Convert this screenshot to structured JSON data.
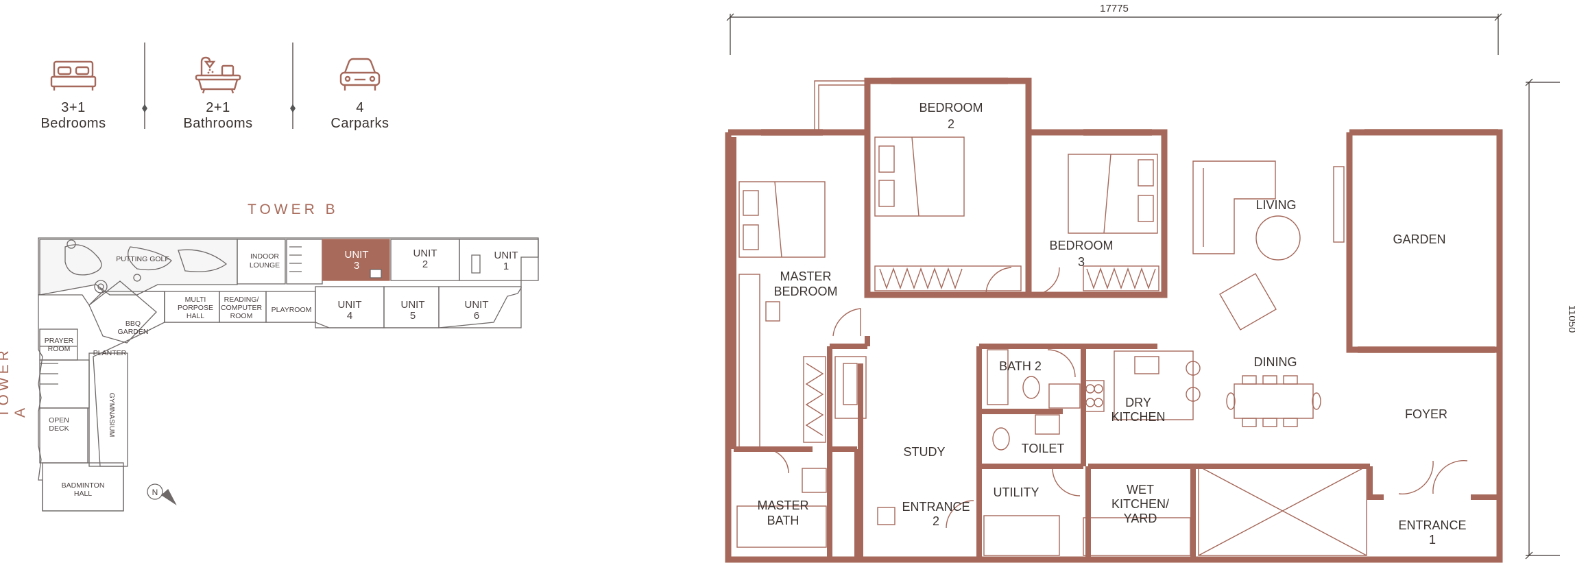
{
  "stats": [
    {
      "icon": "bed-icon",
      "value": "3+1",
      "label": "Bedrooms"
    },
    {
      "icon": "bathtub-icon",
      "value": "2+1",
      "label": "Bathrooms"
    },
    {
      "icon": "car-icon",
      "value": "4",
      "label": "Carparks"
    }
  ],
  "key_plan": {
    "tower_b": "TOWER B",
    "tower_a": "TOWER A",
    "north": "N",
    "areas": {
      "putting_golf": "PUTTING GOLF",
      "indoor_lounge_1": "INDOOR",
      "indoor_lounge_2": "LOUNGE",
      "unit3_1": "UNIT",
      "unit3_2": "3",
      "unit2_1": "UNIT",
      "unit2_2": "2",
      "unit1_1": "UNIT",
      "unit1_2": "1",
      "unit4_1": "UNIT",
      "unit4_2": "4",
      "unit5_1": "UNIT",
      "unit5_2": "5",
      "unit6_1": "UNIT",
      "unit6_2": "6",
      "multi_1": "MULTI",
      "multi_2": "PORPOSE",
      "multi_3": "HALL",
      "reading_1": "READING/",
      "reading_2": "COMPUTER",
      "reading_3": "ROOM",
      "playroom": "PLAYROOM",
      "bbq_1": "BBQ",
      "bbq_2": "GARDEN",
      "prayer_1": "PRAYER",
      "prayer_2": "ROOM",
      "planter": "PLANTER",
      "open_deck_1": "OPEN",
      "open_deck_2": "DECK",
      "gymnasium": "GYMNASIUM",
      "badminton_1": "BADMINTON",
      "badminton_2": "HALL"
    },
    "highlight_color": "#a86a5a"
  },
  "floor_plan": {
    "dim_width": "17775",
    "dim_height": "11050",
    "rooms": {
      "bedroom2_1": "BEDROOM",
      "bedroom2_2": "2",
      "bedroom3_1": "BEDROOM",
      "bedroom3_2": "3",
      "master_1": "MASTER",
      "master_2": "BEDROOM",
      "living": "LIVING",
      "garden": "GARDEN",
      "dining": "DINING",
      "bath2": "BATH 2",
      "dry_1": "DRY",
      "dry_2": "KITCHEN",
      "toilet": "TOILET",
      "foyer": "FOYER",
      "study": "STUDY",
      "utility": "UTILITY",
      "wet_1": "WET",
      "wet_2": "KITCHEN/",
      "wet_3": "YARD",
      "master_bath_1": "MASTER",
      "master_bath_2": "BATH",
      "entrance2_1": "ENTRANCE",
      "entrance2_2": "2",
      "entrance1_1": "ENTRANCE",
      "entrance1_2": "1"
    },
    "wall_color": "#a5685a",
    "line_color": "#a5685a"
  }
}
